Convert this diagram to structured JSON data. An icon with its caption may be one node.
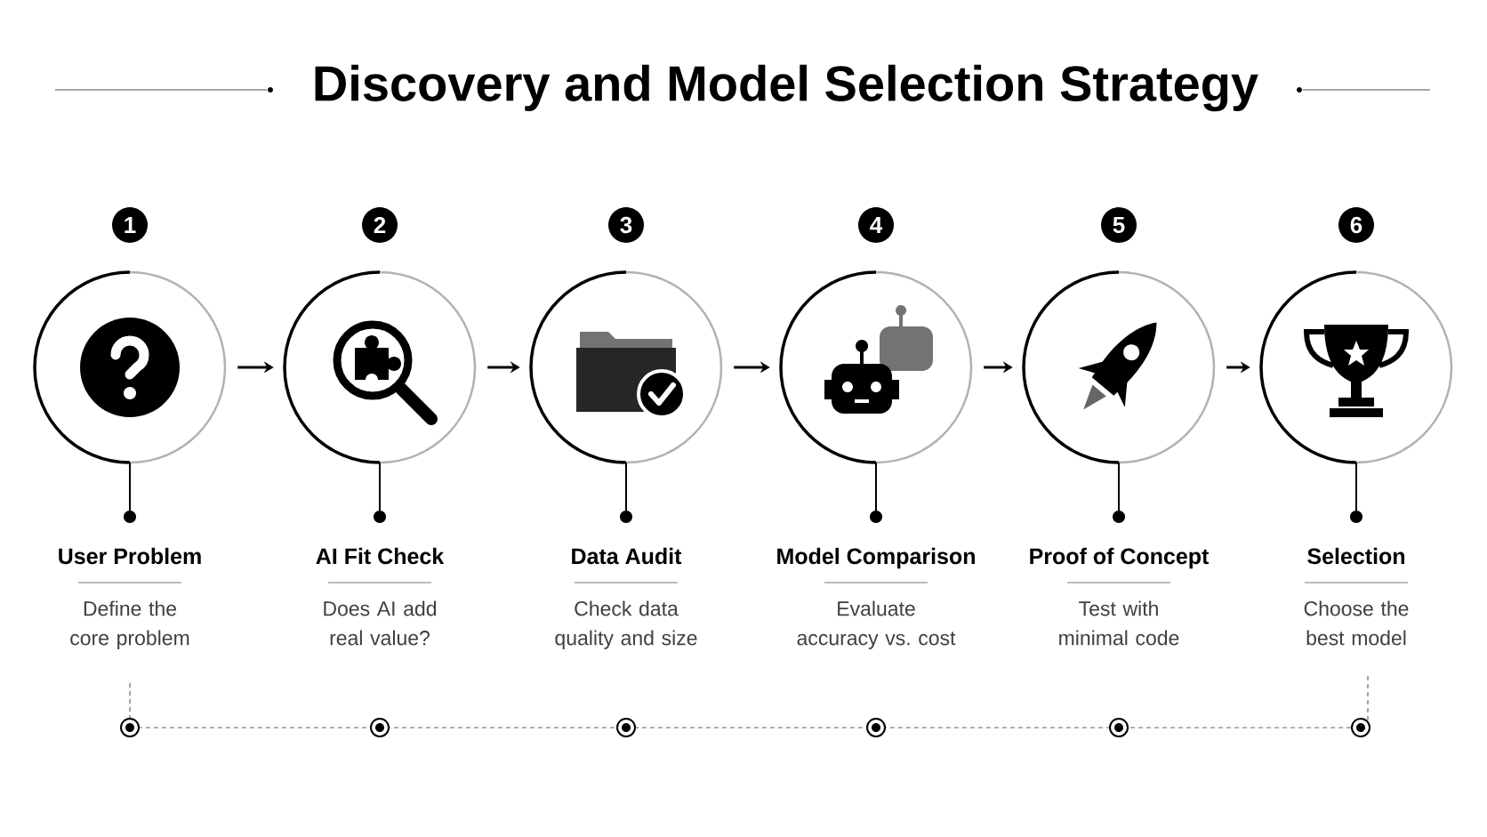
{
  "diagram": {
    "title": "Discovery and Model Selection Strategy",
    "nodes": [
      {
        "text": [
          "1",
          "User Problem",
          "Define the core problem"
        ]
      },
      {
        "text": [
          "2",
          "AI Fit Check",
          "Does AI add real value?"
        ]
      },
      {
        "text": [
          "3",
          "Data Audit",
          "Check data quality and size"
        ]
      },
      {
        "text": [
          "4",
          "Model Comparison",
          "Evaluate accuracy vs. cost"
        ]
      },
      {
        "text": [
          "5",
          "Proof of Concept",
          "Test with minimal code"
        ]
      },
      {
        "text": [
          "6",
          "Selection",
          "Choose the best model"
        ]
      }
    ],
    "edges": [
      {
        "from": 0,
        "to": 1,
        "arrow": "to"
      },
      {
        "from": 1,
        "to": 2,
        "arrow": "to"
      },
      {
        "from": 2,
        "to": 3,
        "arrow": "to"
      },
      {
        "from": 3,
        "to": 4,
        "arrow": "to"
      },
      {
        "from": 4,
        "to": 5,
        "arrow": "to"
      }
    ]
  }
}
